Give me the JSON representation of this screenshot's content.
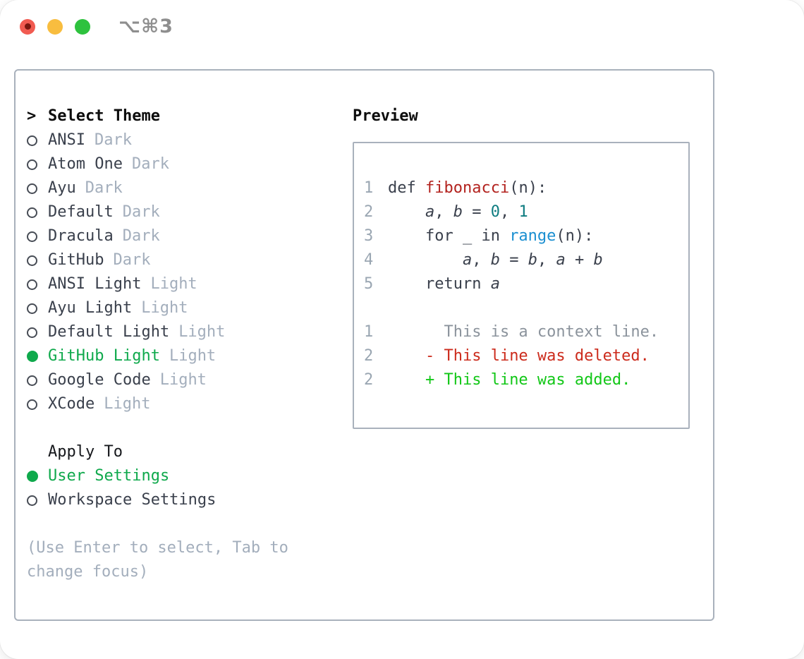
{
  "window": {
    "title": "⌥⌘3"
  },
  "titlebar": {
    "buttons": [
      {
        "name": "close",
        "color": "#f15b51"
      },
      {
        "name": "minimize",
        "color": "#f8bd3f"
      },
      {
        "name": "zoom",
        "color": "#2ec23e"
      }
    ]
  },
  "theme_panel": {
    "header": {
      "prompt": ">",
      "label": "Select Theme"
    },
    "items": [
      {
        "name": "ANSI",
        "variant": "Dark",
        "selected": false
      },
      {
        "name": "Atom One",
        "variant": "Dark",
        "selected": false
      },
      {
        "name": "Ayu",
        "variant": "Dark",
        "selected": false
      },
      {
        "name": "Default",
        "variant": "Dark",
        "selected": false
      },
      {
        "name": "Dracula",
        "variant": "Dark",
        "selected": false
      },
      {
        "name": "GitHub",
        "variant": "Dark",
        "selected": false
      },
      {
        "name": "ANSI Light",
        "variant": "Light",
        "selected": false
      },
      {
        "name": "Ayu Light",
        "variant": "Light",
        "selected": false
      },
      {
        "name": "Default Light",
        "variant": "Light",
        "selected": false
      },
      {
        "name": "GitHub Light",
        "variant": "Light",
        "selected": true
      },
      {
        "name": "Google Code",
        "variant": "Light",
        "selected": false
      },
      {
        "name": "XCode",
        "variant": "Light",
        "selected": false
      }
    ],
    "apply_to": {
      "label": "Apply To",
      "options": [
        {
          "label": "User Settings",
          "selected": true
        },
        {
          "label": "Workspace Settings",
          "selected": false
        }
      ]
    },
    "hint": "(Use Enter to select, Tab to change focus)"
  },
  "preview": {
    "label": "Preview",
    "code_lines": [
      {
        "num": "1",
        "segments": [
          {
            "t": "def ",
            "c": "plain"
          },
          {
            "t": "fibonacci",
            "c": "func"
          },
          {
            "t": "(n):",
            "c": "plain"
          }
        ]
      },
      {
        "num": "2",
        "segments": [
          {
            "t": "    ",
            "c": "plain"
          },
          {
            "t": "a",
            "c": "var"
          },
          {
            "t": ", ",
            "c": "plain"
          },
          {
            "t": "b",
            "c": "var"
          },
          {
            "t": " = ",
            "c": "plain"
          },
          {
            "t": "0",
            "c": "num"
          },
          {
            "t": ", ",
            "c": "plain"
          },
          {
            "t": "1",
            "c": "num"
          }
        ]
      },
      {
        "num": "3",
        "segments": [
          {
            "t": "    for _ in ",
            "c": "plain"
          },
          {
            "t": "range",
            "c": "blue"
          },
          {
            "t": "(n):",
            "c": "plain"
          }
        ]
      },
      {
        "num": "4",
        "segments": [
          {
            "t": "        ",
            "c": "plain"
          },
          {
            "t": "a",
            "c": "var"
          },
          {
            "t": ", ",
            "c": "plain"
          },
          {
            "t": "b",
            "c": "var"
          },
          {
            "t": " = ",
            "c": "plain"
          },
          {
            "t": "b",
            "c": "var"
          },
          {
            "t": ", ",
            "c": "plain"
          },
          {
            "t": "a",
            "c": "var"
          },
          {
            "t": " + ",
            "c": "plain"
          },
          {
            "t": "b",
            "c": "var"
          }
        ]
      },
      {
        "num": "5",
        "segments": [
          {
            "t": "    return ",
            "c": "plain"
          },
          {
            "t": "a",
            "c": "var"
          }
        ]
      },
      {
        "num": "",
        "segments": []
      },
      {
        "num": "1",
        "segments": [
          {
            "t": "      This is a context line.",
            "c": "ctx"
          }
        ]
      },
      {
        "num": "2",
        "segments": [
          {
            "t": "    ",
            "c": "plain"
          },
          {
            "t": "- This line was deleted.",
            "c": "del"
          }
        ]
      },
      {
        "num": "2",
        "segments": [
          {
            "t": "    ",
            "c": "plain"
          },
          {
            "t": "+ This line was added.",
            "c": "add"
          }
        ]
      }
    ]
  },
  "palette": {
    "selection_green": "#0fa94c",
    "added_green": "#12c717",
    "deleted_red": "#cc2b1c",
    "function_red": "#b3231f",
    "keyword_blue": "#1b8fd1",
    "number_teal": "#0e7c80",
    "muted_gray": "#a3aebc",
    "line_number_gray": "#9aa6b2",
    "border_gray": "#a9b1bc"
  }
}
